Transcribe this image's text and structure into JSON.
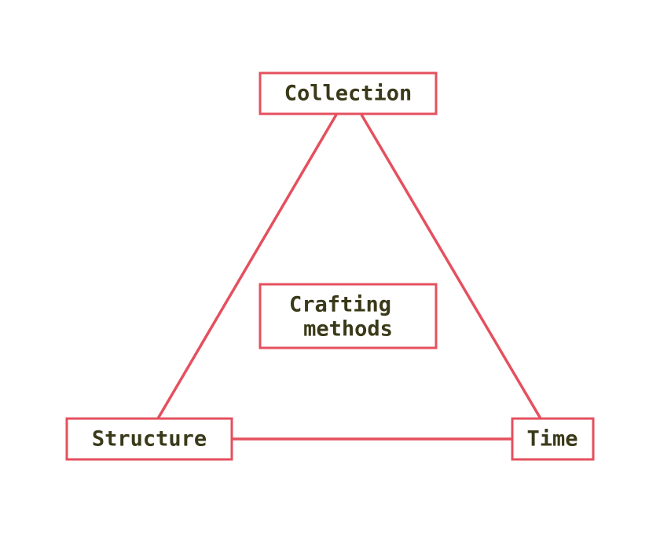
{
  "colors": {
    "accent": "#e5505e",
    "text": "#3a3a1a"
  },
  "nodes": {
    "collection": "Collection",
    "center_line1": "Crafting",
    "center_line2": "methods",
    "structure": "Structure",
    "time": "Time"
  }
}
